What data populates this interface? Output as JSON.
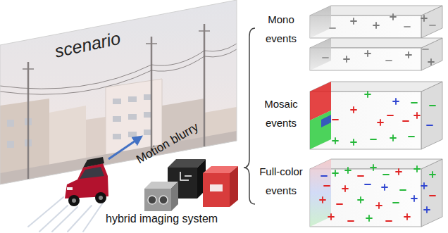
{
  "diagram": {
    "nodes": [
      {
        "text": [
          "scenario"
        ]
      },
      {
        "text": [
          "Mono events"
        ]
      },
      {
        "text": [
          "Mosaic events"
        ]
      },
      {
        "text": [
          "Full-color events"
        ]
      }
    ],
    "labels": [
      "Motion blurry",
      "hybrid imaging system"
    ]
  }
}
